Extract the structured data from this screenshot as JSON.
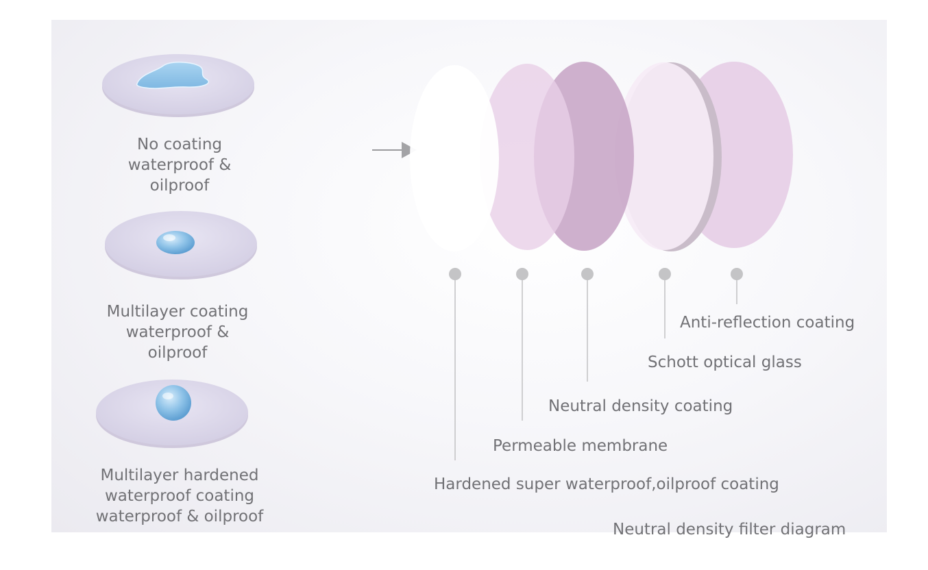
{
  "left_items": [
    {
      "lines": [
        "No coating",
        "waterproof &",
        "oilproof"
      ],
      "droplet": "flat-puddle"
    },
    {
      "lines": [
        "Multilayer coating",
        "waterproof &",
        "oilproof"
      ],
      "droplet": "small-bead"
    },
    {
      "lines": [
        "Multilayer hardened",
        "waterproof coating",
        "waterproof & oilproof"
      ],
      "droplet": "round-bead"
    }
  ],
  "layers": [
    {
      "label": "Hardened super waterproof,oilproof coating",
      "color": "#ffffff"
    },
    {
      "label": "Permeable membrane",
      "color": "#ead3ea"
    },
    {
      "label": "Neutral density coating",
      "color": "#c9a7c8"
    },
    {
      "label": "Schott optical glass",
      "color": "#f4e6f4"
    },
    {
      "label": "Anti-reflection coating",
      "color": "#e6cde5"
    }
  ],
  "caption": "Neutral density filter diagram",
  "colors": {
    "droplet": "#8fc3e8",
    "disc": "#ddd9ec",
    "leader": "#c4c4c6"
  }
}
